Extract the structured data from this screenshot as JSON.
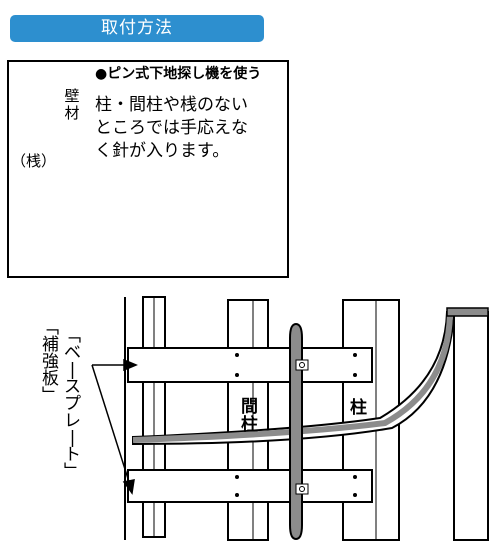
{
  "title": "取付方法",
  "panel": {
    "heading": "●ピン式下地探し機を使う",
    "lines": [
      "柱・間柱や桟のない",
      "ところでは手応えな",
      "く針が入ります。"
    ],
    "wall_material_label": "壁材",
    "stud_label": "（桟）"
  },
  "diagram": {
    "reinforcement_board_label": "「補強板」",
    "base_plate_label": "「ベースプレート」",
    "intermediate_post_label": "間柱",
    "post_label": "柱"
  },
  "colors": {
    "banner": "#2d8fcf",
    "wall_gray": "#9a9a9a",
    "rail_gray": "#8c8c8c"
  }
}
